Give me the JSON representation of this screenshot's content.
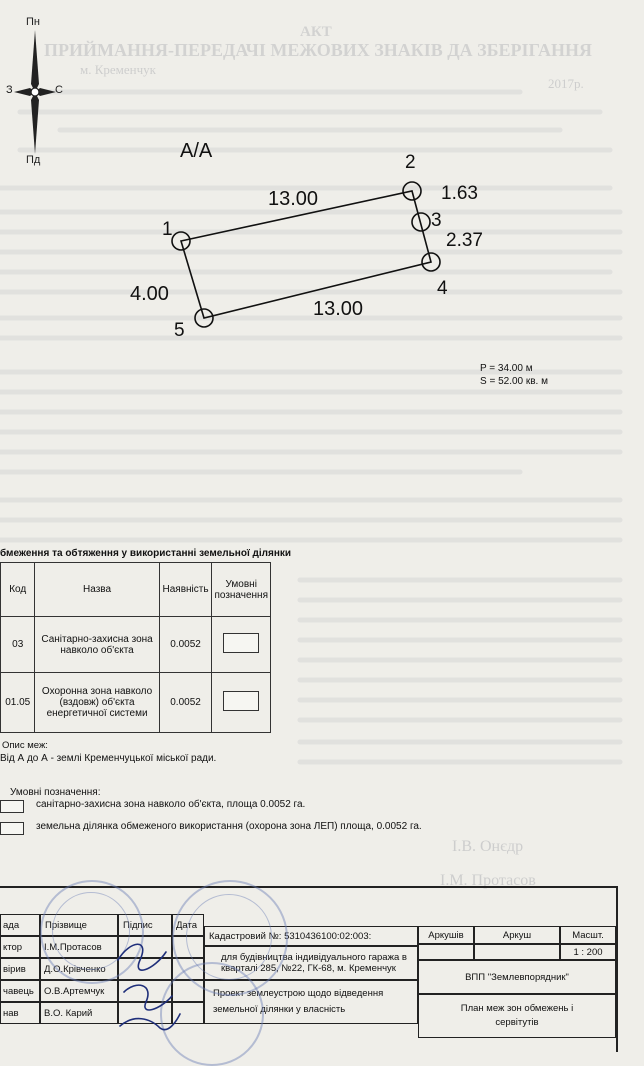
{
  "compass": {
    "north": "Пн",
    "south": "Пд",
    "west": "З",
    "east": "С"
  },
  "plan": {
    "start_label": "А/А",
    "points": [
      "1",
      "2",
      "3",
      "4",
      "5"
    ],
    "lengths": {
      "p1_p2": "13.00",
      "p2_p3": "1.63",
      "p3_p4": "2.37",
      "p4_p5": "13.00",
      "p5_p1": "4.00"
    }
  },
  "stats": {
    "perimeter": "P = 34.00 м",
    "area": "S = 52.00 кв. м"
  },
  "restrictions": {
    "title": "бмеження та обтяження у використанні земельної ділянки",
    "headers": {
      "code": "Код",
      "name": "Назва",
      "presence": "Наявність",
      "symbol": "Умовні позначення"
    },
    "rows": [
      {
        "code": "03",
        "name": "Санітарно-захисна зона навколо об'єкта",
        "value": "0.0052"
      },
      {
        "code": "01.05",
        "name": "Охоронна зона навколо (вздовж) об'єкта енергетичної системи",
        "value": "0.0052"
      }
    ]
  },
  "boundaries": {
    "title": "Опис меж:",
    "text": "Від А до А - землі Кременчуцької міської ради."
  },
  "legend": {
    "title": "Умовні позначення:",
    "items": [
      "санітарно-захисна зона навколо об'єкта, площа 0.0052 га.",
      "земельна ділянка обмеженого використання (охорона зона ЛЕП) площа, 0.0052 га."
    ]
  },
  "title_block": {
    "col_headers": {
      "role": "ада",
      "name": "Прізвище",
      "signature": "Підпис",
      "date": "Дата"
    },
    "people": [
      {
        "role": "ктор",
        "name": "І.М.Протасов"
      },
      {
        "role": "вірив",
        "name": "Д.О.Крівченко"
      },
      {
        "role": "чавець",
        "name": "О.В.Артемчук"
      },
      {
        "role": "нав",
        "name": "В.О. Карий"
      }
    ],
    "cadastral": "Кадастровий №: 5310436100:02:003:",
    "arkush_header": "Аркушів",
    "arkush_label": "Аркуш",
    "scale_label": "Масшт.",
    "scale_value": "1 : 200",
    "purpose": "для будівництва індивідуального гаража в кварталі 285, №22, ГК-68, м. Кременчук",
    "company": "ВПП \"Землевпорядник\"",
    "project": "Проект землеустрою щодо відведення земельної ділянки у власність",
    "plan_title": "План меж зон обмежень і сервітутів"
  },
  "ghost_text": {
    "act": "АКТ",
    "heading": "ПРИЙМАННЯ-ПЕРЕДАЧІ МЕЖОВИХ ЗНАКІВ ДА ЗБЕРІГАННЯ",
    "city": "м. Кременчук",
    "year": "2017р.",
    "sig_a": "І.В. Онєдр",
    "sig_b": "І.М. Протасов"
  }
}
